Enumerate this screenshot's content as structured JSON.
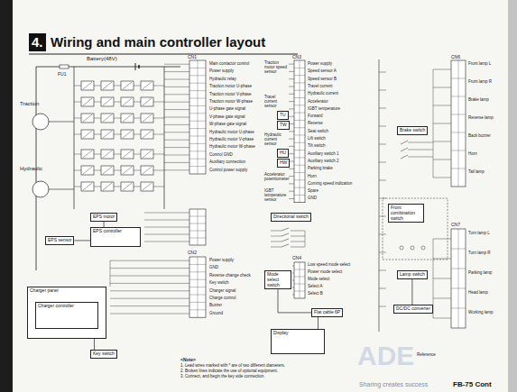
{
  "diagram": {
    "title": "Wiring and main controller layout",
    "nodes": [
      {
        "text": [
          "EPS motor"
        ]
      },
      {
        "text": [
          "EPS controller"
        ]
      },
      {
        "text": [
          "EPS sensor"
        ]
      },
      {
        "text": [
          "Charger panel"
        ]
      },
      {
        "text": [
          "Charger controller"
        ],
        "in": 3
      },
      {
        "text": [
          "Key switch"
        ]
      },
      {
        "text": [
          "TU"
        ]
      },
      {
        "text": [
          "TW"
        ]
      },
      {
        "text": [
          "HU"
        ]
      },
      {
        "text": [
          "HW"
        ]
      },
      {
        "text": [
          "Directional switch"
        ]
      },
      {
        "text": [
          "Mode select switch"
        ]
      },
      {
        "text": [
          "Flat cable 6P"
        ]
      },
      {
        "text": [
          "Display"
        ]
      },
      {
        "text": [
          "Brake switch"
        ]
      },
      {
        "text": [
          "Front combination switch"
        ]
      },
      {
        "text": [
          "Lamp switch"
        ]
      },
      {
        "text": [
          "DC/DC converter"
        ]
      }
    ],
    "edges": [
      {
        "from": 0,
        "to": 1,
        "arrow": "none"
      },
      {
        "from": 1,
        "to": 2,
        "arrow": "none"
      },
      {
        "from": 4,
        "to": 5,
        "arrow": "none"
      },
      {
        "from": 11,
        "to": 12,
        "arrow": "none"
      },
      {
        "from": 12,
        "to": 13,
        "arrow": "none"
      },
      {
        "from": 16,
        "to": 17,
        "arrow": "none"
      }
    ],
    "labels": [
      "Battery(48V)",
      "FU1",
      "Traction",
      "Hydraulic",
      "CN1",
      "CN2",
      "CN3",
      "CN4",
      "CN6",
      "CN7",
      "Main contactor control",
      "Power supply",
      "Hydraulic relay",
      "Traction motor U-phase",
      "Traction motor V-phase",
      "Traction motor W-phase",
      "U-phase gate signal",
      "V-phase gate signal",
      "W-phase gate signal",
      "Hydraulic motor U-phase",
      "Hydraulic motor V-phase",
      "Hydraulic motor W-phase",
      "Control GND",
      "Auxiliary connection",
      "Control power supply",
      "Power supply",
      "GND",
      "Reverse change check",
      "Key switch",
      "Charger signal",
      "Charge control",
      "Buzzer",
      "Ground",
      "Power supply",
      "Speed sensor A",
      "Speed sensor B",
      "Travel current",
      "Hydraulic current",
      "Accelerator",
      "IGBT temperature",
      "Forward",
      "Reverse",
      "Seat switch",
      "Lift switch",
      "Tilt switch",
      "Auxiliary switch 1",
      "Auxiliary switch 2",
      "Parking brake",
      "Horn",
      "Coming speed indication",
      "Spare",
      "GND",
      "Low speed mode select",
      "Power mode select",
      "Mode select",
      "Select A",
      "Select B",
      "Front lamp L",
      "Front lamp R",
      "Brake lamp",
      "Reverse lamp",
      "Back buzzer",
      "Horn",
      "Tail lamp",
      "Turn lamp L",
      "Turn lamp R",
      "Parking lamp",
      "Head lamp",
      "Working lamp",
      "<Note>",
      "1. Lead wires marked with * are of two different diameters.",
      "2. Broken lines indicate the use of optional equipment.",
      "3. Connect, and begin the key side connection.",
      "Reference",
      "FB-75 Cont",
      "Sharing creates success",
      "ADE",
      "Travel current sensor",
      "Hydraulic current sensor",
      "Accelerator potentiometer",
      "IGBT temperature sensor",
      "Traction motor speed sensor",
      "4."
    ]
  }
}
